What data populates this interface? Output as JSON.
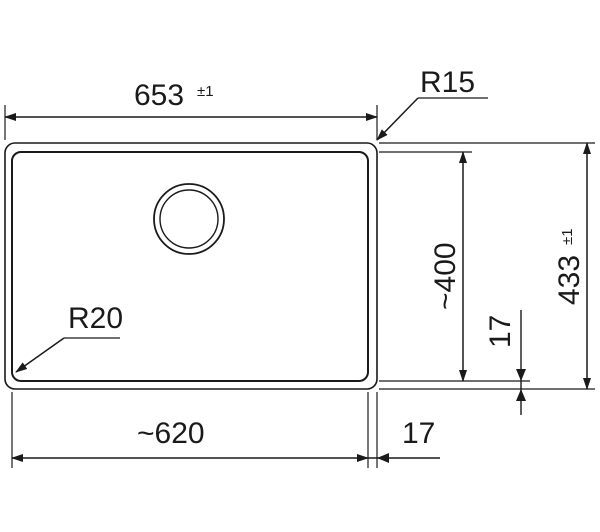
{
  "labels": {
    "overall_width": "653",
    "overall_width_tol": "±1",
    "corner_outer": "R15",
    "corner_inner": "R20",
    "inner_depth": "~400",
    "overall_depth": "433",
    "overall_depth_tol": "±1",
    "rim_right": "17",
    "rim_bottom": "17",
    "inner_width": "~620"
  },
  "colors": {
    "ink": "#1a1a1a",
    "background": "#ffffff"
  }
}
